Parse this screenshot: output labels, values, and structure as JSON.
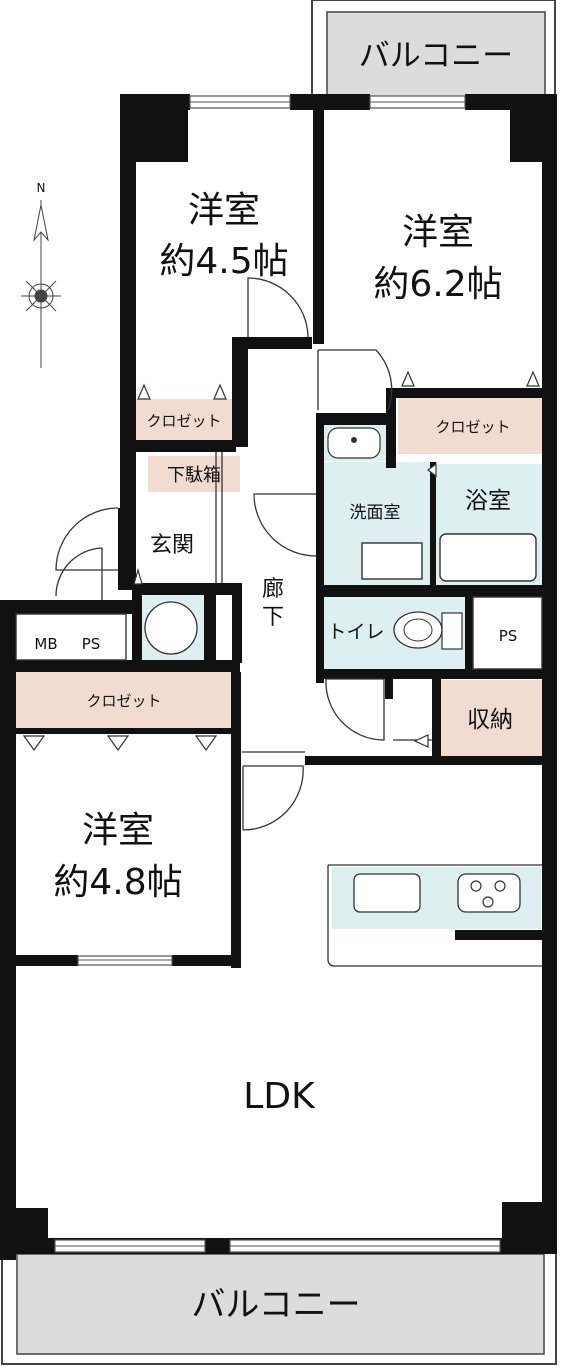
{
  "compass": {
    "north": "N"
  },
  "rooms": {
    "balcony_top": "バルコニー",
    "balcony_bottom": "バルコニー",
    "bedroom_a_name": "洋室",
    "bedroom_a_size": "約4.5帖",
    "bedroom_b_name": "洋室",
    "bedroom_b_size": "約6.2帖",
    "bedroom_c_name": "洋室",
    "bedroom_c_size": "約4.8帖",
    "closet_a": "クロゼット",
    "closet_b": "クロゼット",
    "closet_c": "クロゼット",
    "shoe_box": "下駄箱",
    "entrance": "玄関",
    "hallway_1": "廊",
    "hallway_2": "下",
    "washroom": "洗面室",
    "bathroom": "浴室",
    "toilet": "トイレ",
    "ps_right": "PS",
    "mb": "MB",
    "ps_left": "PS",
    "storage": "収納",
    "ldk": "LDK"
  },
  "colors": {
    "wall": "#111111",
    "closet_fill": "#f2dcd2",
    "wet_area_fill": "#deeff2",
    "balcony_fill": "#dcdcdc"
  }
}
